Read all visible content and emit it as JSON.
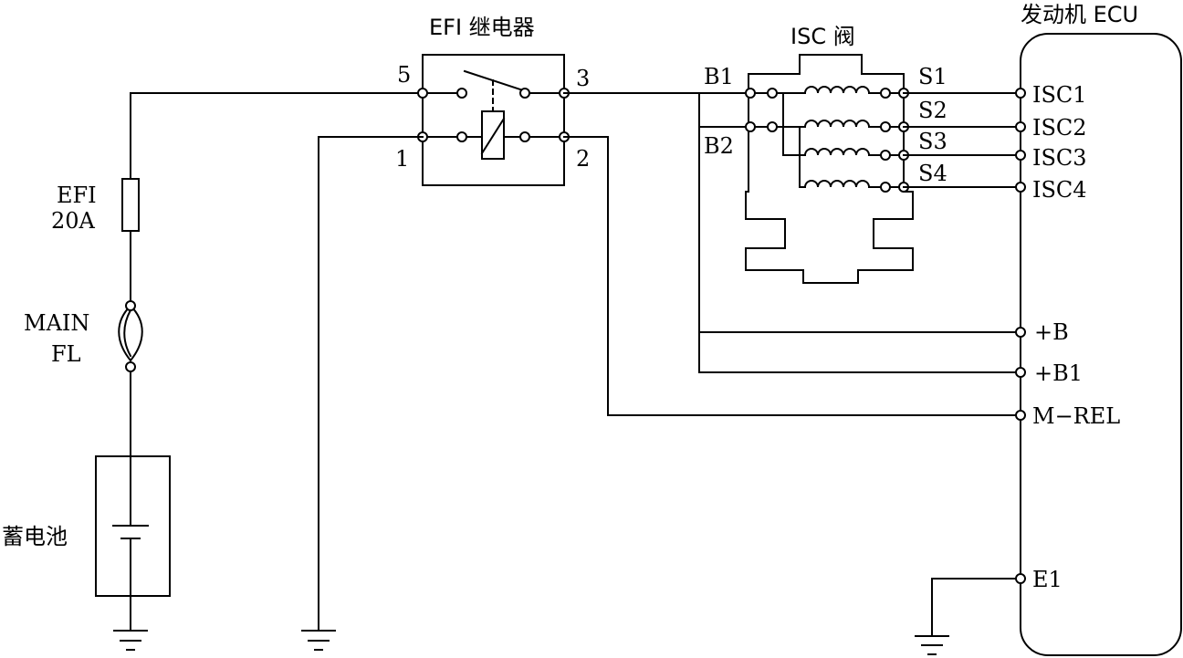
{
  "labels": {
    "relay_title": "EFI 继电器",
    "isc_title": "ISC 阀",
    "ecu_title": "发动机 ECU",
    "fuse_name": "EFI",
    "fuse_rating": "20A",
    "fl_name": "MAIN",
    "fl_sub": "FL",
    "battery": "蓄电池",
    "pin5": "5",
    "pin3": "3",
    "pin1": "1",
    "pin2": "2",
    "b1": "B1",
    "b2": "B2",
    "s1": "S1",
    "s2": "S2",
    "s3": "S3",
    "s4": "S4",
    "isc1": "ISC1",
    "isc2": "ISC2",
    "isc3": "ISC3",
    "isc4": "ISC4",
    "plus_b": "+B",
    "plus_b1": "+B1",
    "m_rel": "M−REL",
    "e1": "E1"
  }
}
